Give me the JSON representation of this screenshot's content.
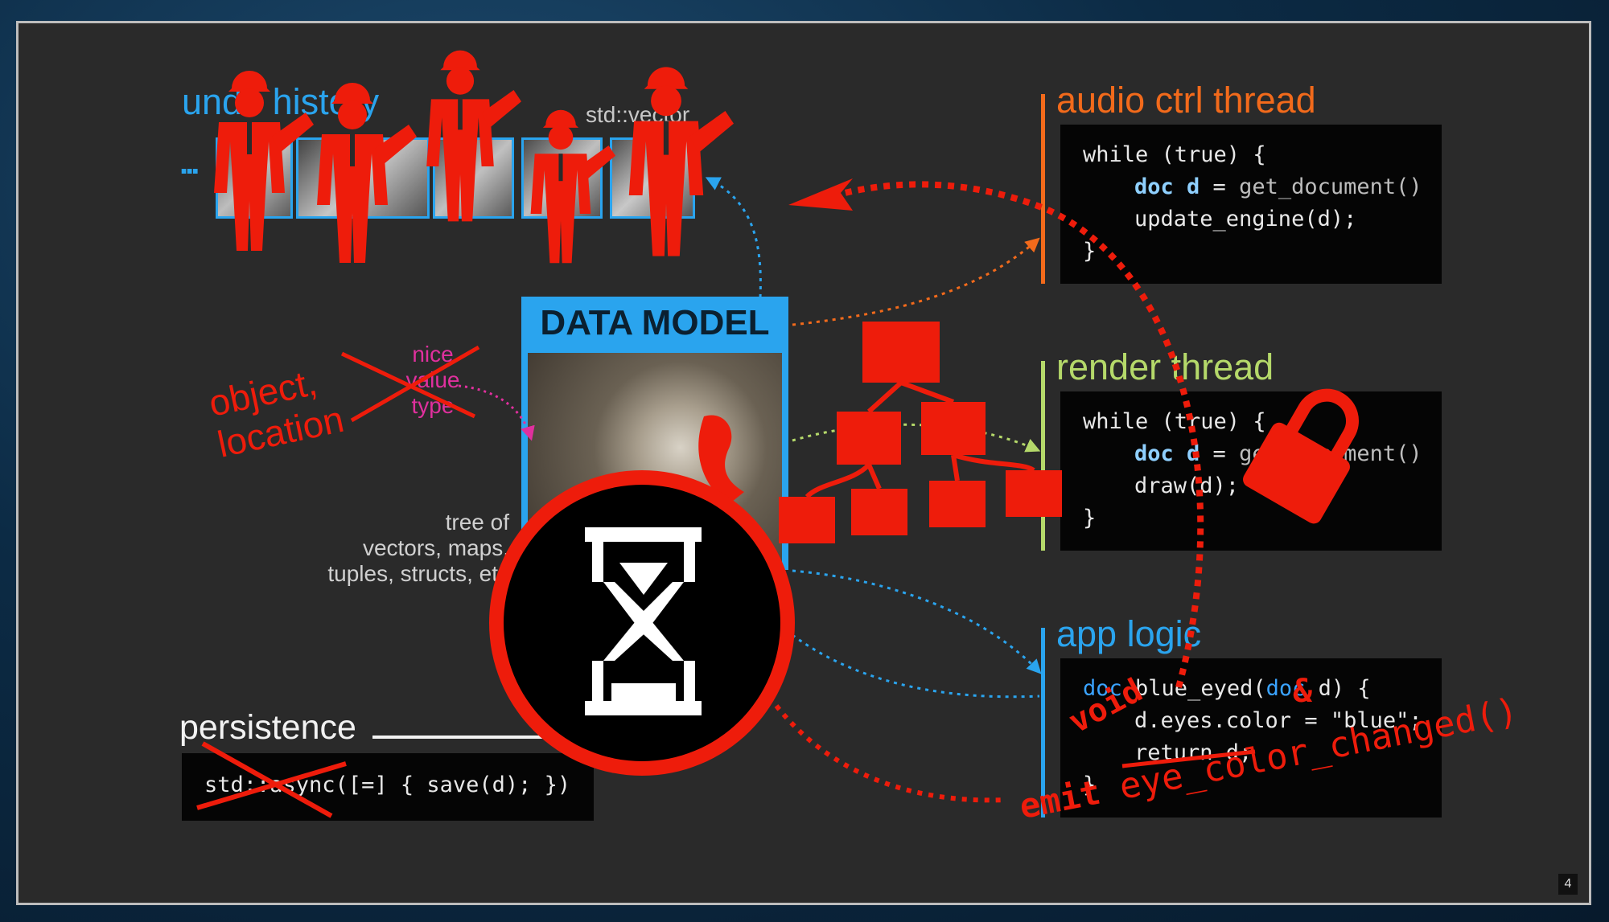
{
  "headings": {
    "undo_history": "undo history",
    "std_vector": "std::vector",
    "data_model": "DATA MODEL",
    "audio_ctrl_thread": "audio ctrl thread",
    "render_thread": "render thread",
    "app_logic": "app logic",
    "persistence": "persistence"
  },
  "ellipsis": "...",
  "audio_code": {
    "l1": "while (true) {",
    "l2_kw": "doc d",
    "l2_rest": " = ",
    "l2_fn": "get_document()",
    "l3": "update_engine(d);",
    "l4": "}"
  },
  "render_code": {
    "l1": "while (true) {",
    "l2_kw": "doc d",
    "l2_rest": " = ",
    "l2_fn": "get_document()",
    "l3": "draw(d);",
    "l4": "}"
  },
  "app_code": {
    "l1_kw": "doc",
    "l1_mid": " blue_eyed(",
    "l1_kw2": "doc",
    "l1_end": " d) {",
    "l2": "d.eyes.color = \"blue\";",
    "l3": "return d;",
    "l4": "}"
  },
  "persistence_code": "std::async([=] { save(d); })",
  "annotations": {
    "nice": "nice",
    "value": "value",
    "type": "type",
    "object_line1": "object,",
    "object_line2": "location",
    "tree_of": "tree of",
    "vectors_maps": "vectors, maps,",
    "tuples_structs": "tuples, structs, etc",
    "void": "void",
    "ampersand": "&",
    "emit": "emit",
    "eye_color_changed": "eye_color_changed()"
  },
  "page_number": "4",
  "colors": {
    "blue": "#2aa4ee",
    "orange": "#f26a1b",
    "green": "#b5d96a",
    "red": "#ee1c0b",
    "magenta": "#e0309e",
    "slide_bg": "#2a2a2a"
  },
  "icons": [
    "worker-icon",
    "hourglass-icon",
    "padlock-icon",
    "tree-diagram-icon",
    "david-bust-image"
  ]
}
